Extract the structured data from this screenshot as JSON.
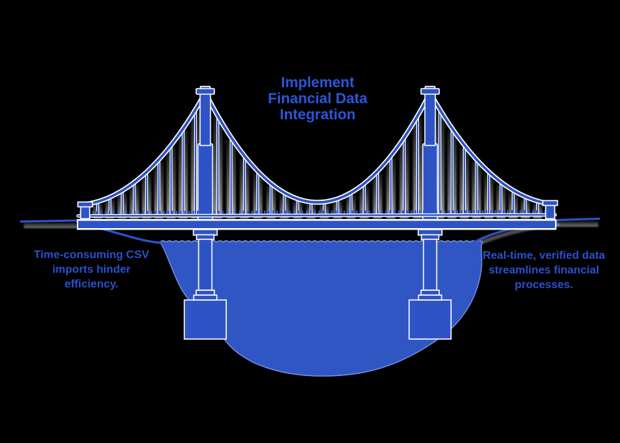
{
  "colors": {
    "background": "#000000",
    "bridge_blue": "#2E53C6",
    "water_blue": "#2F56C3",
    "water_edge": "#7A93E0",
    "outline_white": "#FFFFFF",
    "title_blue": "#2C55DA",
    "note_blue": "#2B50CC"
  },
  "title": {
    "lines": [
      "Implement",
      "Financial Data",
      "Integration"
    ]
  },
  "left_note": {
    "lines": [
      "Time-consuming CSV",
      "imports hinder",
      "efficiency."
    ]
  },
  "right_note": {
    "lines": [
      "Real-time, verified data",
      "streamlines financial",
      "processes."
    ]
  }
}
